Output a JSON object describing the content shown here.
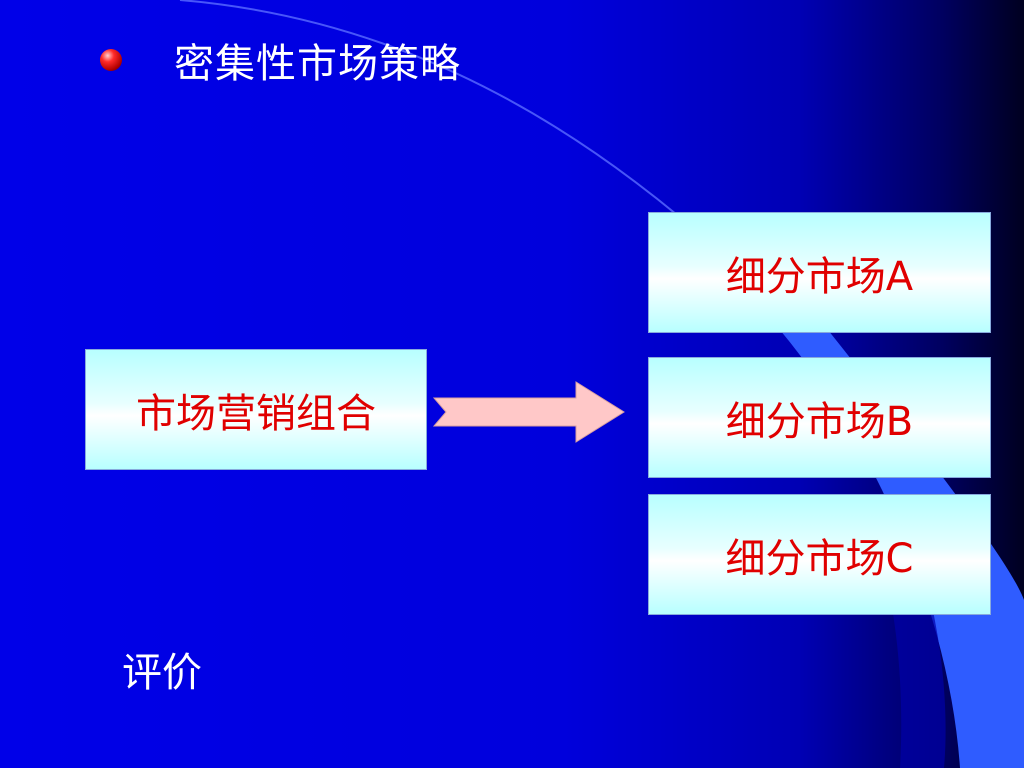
{
  "slide": {
    "title": "密集性市场策略",
    "evaluation_label": "评价"
  },
  "diagram": {
    "source_box": "市场营销组合",
    "segments": [
      "细分市场A",
      "细分市场B",
      "细分市场C"
    ]
  },
  "colors": {
    "background": "#0000dc",
    "box_fill": "#e8ffff",
    "box_text": "#e00000",
    "arrow_fill": "#ffc8c8",
    "title_text": "#ffffff"
  },
  "icons": {
    "bullet": "red-sphere-bullet-icon",
    "arrow": "right-arrow-icon"
  }
}
